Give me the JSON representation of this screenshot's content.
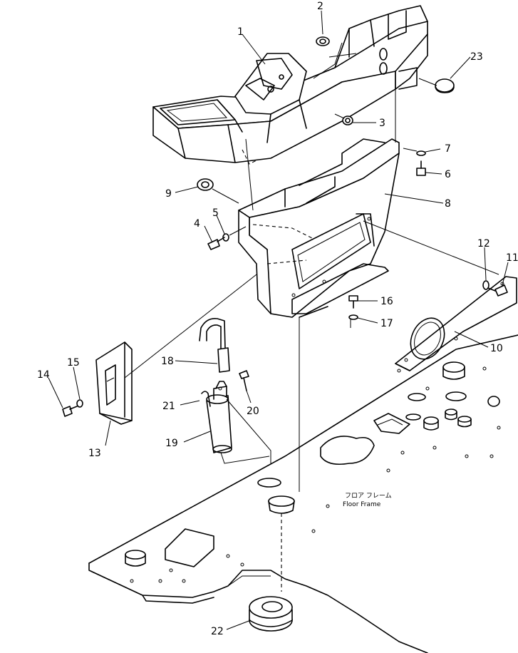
{
  "parts": [
    {
      "number": "1"
    },
    {
      "number": "2"
    },
    {
      "number": "3"
    },
    {
      "number": "4"
    },
    {
      "number": "5"
    },
    {
      "number": "6"
    },
    {
      "number": "7"
    },
    {
      "number": "8"
    },
    {
      "number": "9"
    },
    {
      "number": "10"
    },
    {
      "number": "11"
    },
    {
      "number": "12"
    },
    {
      "number": "13"
    },
    {
      "number": "14"
    },
    {
      "number": "15"
    },
    {
      "number": "16"
    },
    {
      "number": "17"
    },
    {
      "number": "18"
    },
    {
      "number": "19"
    },
    {
      "number": "20"
    },
    {
      "number": "21"
    },
    {
      "number": "22"
    },
    {
      "number": "23"
    }
  ],
  "floor_label_jp": "フロア フレーム",
  "floor_label_en": "Floor Frame"
}
